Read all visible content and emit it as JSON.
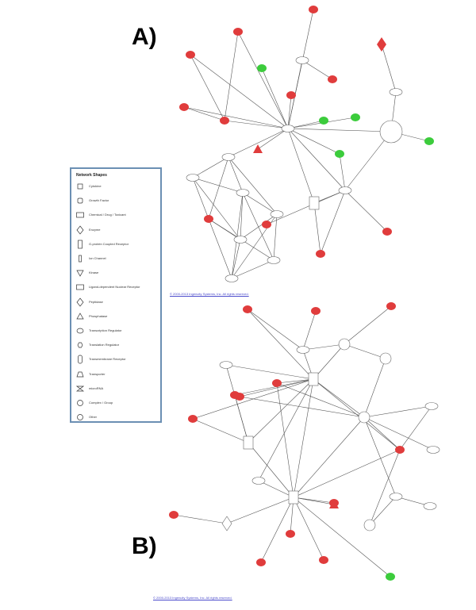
{
  "panels": {
    "a_label": "A)",
    "b_label": "B)"
  },
  "legend": {
    "title": "Network Shapes",
    "items": [
      {
        "label": "Cytokine",
        "shape": "square"
      },
      {
        "label": "Growth Factor",
        "shape": "rounded-square"
      },
      {
        "label": "Chemical / Drug / Toxicant",
        "shape": "wide-rect"
      },
      {
        "label": "Enzyme",
        "shape": "diamond"
      },
      {
        "label": "G-protein Coupled Receptor",
        "shape": "tall-rect"
      },
      {
        "label": "Ion Channel",
        "shape": "narrow-rect"
      },
      {
        "label": "Kinase",
        "shape": "triangle-down"
      },
      {
        "label": "Ligand-dependent Nuclear Receptor",
        "shape": "long-rect"
      },
      {
        "label": "Peptidase",
        "shape": "rhombus"
      },
      {
        "label": "Phosphatase",
        "shape": "triangle-up"
      },
      {
        "label": "Transcription Regulator",
        "shape": "ellipse"
      },
      {
        "label": "Translation Regulator",
        "shape": "hexagon"
      },
      {
        "label": "Transmembrane Receptor",
        "shape": "capsule"
      },
      {
        "label": "Transporter",
        "shape": "trapezoid"
      },
      {
        "label": "microRNA",
        "shape": "bowtie"
      },
      {
        "label": "Complex / Group",
        "shape": "double-circle"
      },
      {
        "label": "Other",
        "shape": "circle"
      }
    ]
  },
  "captions": {
    "a": "© 2000-2013 Ingenuity Systems, Inc. All rights reserved.",
    "b": "© 2000-2013 Ingenuity Systems, Inc. All rights reserved."
  },
  "network_a": {
    "colors": {
      "red": "#e03c3c",
      "green": "#3ccc3c",
      "white": "#ffffff",
      "edge": "#555555"
    },
    "nodes": [
      {
        "id": "a1",
        "fill": "red",
        "shape": "ellipse",
        "label": ""
      },
      {
        "id": "a2",
        "fill": "red",
        "shape": "ellipse",
        "label": ""
      },
      {
        "id": "a3",
        "fill": "red",
        "shape": "ellipse",
        "label": ""
      },
      {
        "id": "a4",
        "fill": "red",
        "shape": "diamond",
        "label": ""
      },
      {
        "id": "a5",
        "fill": "green",
        "shape": "ellipse",
        "label": ""
      },
      {
        "id": "a6",
        "fill": "red",
        "shape": "ellipse",
        "label": ""
      },
      {
        "id": "a7",
        "fill": "red",
        "shape": "ellipse",
        "label": ""
      },
      {
        "id": "a8",
        "fill": "red",
        "shape": "ellipse",
        "label": ""
      },
      {
        "id": "a9",
        "fill": "red",
        "shape": "ellipse",
        "label": ""
      },
      {
        "id": "a10",
        "fill": "green",
        "shape": "ellipse",
        "label": ""
      },
      {
        "id": "a11",
        "fill": "green",
        "shape": "ellipse",
        "label": ""
      },
      {
        "id": "a12",
        "fill": "green",
        "shape": "ellipse",
        "label": ""
      },
      {
        "id": "a13",
        "fill": "red",
        "shape": "ellipse",
        "label": ""
      },
      {
        "id": "a14",
        "fill": "white",
        "shape": "circle",
        "label": ""
      },
      {
        "id": "a15",
        "fill": "green",
        "shape": "ellipse",
        "label": ""
      },
      {
        "id": "a16",
        "fill": "white",
        "shape": "ellipse",
        "label": ""
      },
      {
        "id": "a17",
        "fill": "red",
        "shape": "ellipse",
        "label": ""
      },
      {
        "id": "a18",
        "fill": "red",
        "shape": "ellipse",
        "label": ""
      },
      {
        "id": "a19",
        "fill": "red",
        "shape": "ellipse",
        "label": ""
      },
      {
        "id": "a20",
        "fill": "red",
        "shape": "triangle",
        "label": ""
      },
      {
        "id": "a21",
        "fill": "white",
        "shape": "ellipse",
        "label": ""
      },
      {
        "id": "a22",
        "fill": "white",
        "shape": "ellipse",
        "label": ""
      },
      {
        "id": "a23",
        "fill": "white",
        "shape": "ellipse",
        "label": ""
      },
      {
        "id": "a24",
        "fill": "white",
        "shape": "rect",
        "label": ""
      },
      {
        "id": "a25",
        "fill": "white",
        "shape": "ellipse",
        "label": ""
      },
      {
        "id": "a26",
        "fill": "white",
        "shape": "ellipse",
        "label": ""
      },
      {
        "id": "a27",
        "fill": "white",
        "shape": "ellipse",
        "label": ""
      },
      {
        "id": "a28",
        "fill": "white",
        "shape": "ellipse",
        "label": ""
      },
      {
        "id": "a29",
        "fill": "white",
        "shape": "ellipse",
        "label": ""
      },
      {
        "id": "a30",
        "fill": "white",
        "shape": "ellipse",
        "label": ""
      },
      {
        "id": "a31",
        "fill": "white",
        "shape": "ellipse",
        "label": ""
      }
    ]
  },
  "network_b": {
    "nodes": [
      {
        "id": "b1",
        "fill": "red",
        "shape": "ellipse",
        "label": ""
      },
      {
        "id": "b2",
        "fill": "red",
        "shape": "ellipse",
        "label": ""
      },
      {
        "id": "b3",
        "fill": "red",
        "shape": "ellipse",
        "label": ""
      },
      {
        "id": "b4",
        "fill": "red",
        "shape": "ellipse",
        "label": ""
      },
      {
        "id": "b5",
        "fill": "red",
        "shape": "ellipse",
        "label": ""
      },
      {
        "id": "b6",
        "fill": "red",
        "shape": "ellipse",
        "label": ""
      },
      {
        "id": "b7",
        "fill": "red",
        "shape": "ellipse",
        "label": ""
      },
      {
        "id": "b8",
        "fill": "red",
        "shape": "ellipse",
        "label": ""
      },
      {
        "id": "b9",
        "fill": "red",
        "shape": "ellipse",
        "label": ""
      },
      {
        "id": "b10",
        "fill": "red",
        "shape": "ellipse",
        "label": ""
      },
      {
        "id": "b11",
        "fill": "red",
        "shape": "ellipse",
        "label": ""
      },
      {
        "id": "b12",
        "fill": "red",
        "shape": "ellipse",
        "label": ""
      },
      {
        "id": "b13",
        "fill": "red",
        "shape": "ellipse",
        "label": ""
      },
      {
        "id": "b14",
        "fill": "green",
        "shape": "ellipse",
        "label": ""
      },
      {
        "id": "b15",
        "fill": "red",
        "shape": "triangle",
        "label": ""
      },
      {
        "id": "b16",
        "fill": "white",
        "shape": "circle",
        "label": ""
      },
      {
        "id": "b17",
        "fill": "white",
        "shape": "rect",
        "label": ""
      },
      {
        "id": "b18",
        "fill": "white",
        "shape": "circle",
        "label": ""
      },
      {
        "id": "b19",
        "fill": "white",
        "shape": "ellipse",
        "label": ""
      },
      {
        "id": "b20",
        "fill": "white",
        "shape": "ellipse",
        "label": ""
      },
      {
        "id": "b21",
        "fill": "white",
        "shape": "rect",
        "label": ""
      },
      {
        "id": "b22",
        "fill": "white",
        "shape": "circle",
        "label": ""
      },
      {
        "id": "b23",
        "fill": "white",
        "shape": "ellipse",
        "label": ""
      },
      {
        "id": "b24",
        "fill": "white",
        "shape": "diamond",
        "label": ""
      },
      {
        "id": "b25",
        "fill": "white",
        "shape": "ellipse",
        "label": ""
      },
      {
        "id": "b26",
        "fill": "white",
        "shape": "ellipse",
        "label": ""
      },
      {
        "id": "b27",
        "fill": "white",
        "shape": "ellipse",
        "label": ""
      },
      {
        "id": "b28",
        "fill": "white",
        "shape": "circle",
        "label": ""
      },
      {
        "id": "b29",
        "fill": "white",
        "shape": "ellipse",
        "label": ""
      },
      {
        "id": "b30",
        "fill": "white",
        "shape": "rect",
        "label": ""
      }
    ]
  }
}
